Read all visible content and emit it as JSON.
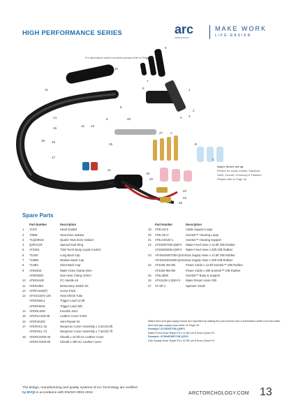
{
  "header": {
    "title": "HIGH PERFORMANCE SERIES",
    "logo_text": "arc",
    "logo_sub": "TORCHOLOGY",
    "tagline_1": "MAKE WORK",
    "tagline_2": "LIFE EASIER"
  },
  "diagram": {
    "note": "For alternative switch modules please refer to Page 22",
    "super_series_title": "Super Series set up",
    "super_series_lines": [
      "Perfect for exotic metals, Stainless",
      "Steel, Inconel, Chromoly & Titanium",
      "Please refer to Page 40"
    ],
    "callouts": [
      "1",
      "2",
      "3",
      "4",
      "5",
      "6",
      "7",
      "8",
      "9",
      "10",
      "11",
      "12",
      "13",
      "14",
      "15",
      "16",
      "17",
      "18",
      "19",
      "20",
      "21",
      "22",
      "23",
      "24",
      "25",
      "26",
      "27",
      "28",
      "A",
      "B",
      "C"
    ]
  },
  "spare_parts": {
    "title": "Spare Parts",
    "headers": {
      "part": "Part Number",
      "desc": "Description"
    },
    "left": [
      {
        "n": "1",
        "part": "T1GS",
        "desc": "Head Gasket"
      },
      {
        "n": "2",
        "part": "T2BW",
        "desc": "Heat Zone Isolator"
      },
      {
        "n": "3",
        "part": "T1QZ3N18",
        "desc": "Quartz Heat Zone Isolator"
      },
      {
        "n": "4",
        "part": "QZR-D1R",
        "desc": "Special Seal Ring"
      },
      {
        "n": "5",
        "part": "AT3S01",
        "desc": "T3W Torch Body Liquid-Cooled"
      },
      {
        "n": "6",
        "part": "T1LBC",
        "desc": "Long Back Cap"
      },
      {
        "n": "7",
        "part": "T1MBC",
        "desc": "Medium Back Cap"
      },
      {
        "n": "8",
        "part": "T1SBC",
        "desc": "Short Back Cap"
      },
      {
        "n": "9",
        "part": "ATBS024",
        "desc": "Water Hose Clamp 9mm"
      },
      {
        "n": "",
        "part": "ATBS0250",
        "desc": "Gas Hose Clamp 10mm"
      },
      {
        "n": "10",
        "part": "ATERH100",
        "desc": "FC Handle Kit"
      },
      {
        "n": "11",
        "part": "ATERUMS",
        "desc": "Momentary Switch Kit"
      },
      {
        "n": "12",
        "part": "ATRFCSW(P)",
        "desc": "Screw Pack"
      },
      {
        "n": "13",
        "part": "ATHS1/2(H)-130",
        "desc": "Heat Shrink Tube"
      },
      {
        "n": "",
        "part": "ATERSWL4",
        "desc": "Trigger Lead 12.5ft"
      },
      {
        "n": "",
        "part": "ATERSWL8",
        "desc": "Trigger Lead 25ft"
      },
      {
        "n": "14",
        "part": "ATERKJ200",
        "desc": "Knuckle Joint"
      },
      {
        "n": "15",
        "part": "ATERLC200-06",
        "desc": "Leather Cover 0.8mt"
      },
      {
        "n": "16",
        "part": "ATERJK200",
        "desc": "Joint Repair Kit"
      },
      {
        "n": "17",
        "part": "ATERHCL-32",
        "desc": "Neoprene Cover Assembly x 3.2m/10.5ft"
      },
      {
        "n": "",
        "part": "ATERHCL-72",
        "desc": "Neoprene Cover Assembly x 7.2m/23.7ft"
      },
      {
        "n": "18",
        "part": "ATERCO200-40",
        "desc": "Sheath x 10.5ft Inc Leather Cover"
      },
      {
        "n": "",
        "part": "ATERCO200-80",
        "desc": "Sheath x 25ft Inc Leather Cover"
      }
    ],
    "right": [
      {
        "n": "19",
        "part": "AT5LH2-6",
        "desc": "Cable Support Large"
      },
      {
        "n": "20",
        "part": "AT5LH2-H",
        "desc": "Suretok™ Housing Large"
      },
      {
        "n": "21",
        "part": "AT5LH2S20-1",
        "desc": "Suretok™ Housing Support"
      },
      {
        "n": "22",
        "part": "AT4SW07OB-QWF4",
        "desc": "Water Feed Hose x 12.5ft O/B Rubber"
      },
      {
        "n": "",
        "part": "AT4SW08OB-QWF4",
        "desc": "Water Feed Hose x 25ft O/B Rubber"
      },
      {
        "n": "23",
        "part": "ATHN4SW07OB-QGS4",
        "desc": "Gas Supply Hose x 12.5ft O/B Rubber"
      },
      {
        "n": "",
        "part": "ATHN4SW10OB-QGS4",
        "desc": "Gas Supply Hose x 25ft O/B Rubber"
      },
      {
        "n": "24",
        "part": "AT3320-4M-OB",
        "desc": "Power Cable x 12.5ft Suretok™ O/B Rubber"
      },
      {
        "n": "",
        "part": "AT3320-8M-OB",
        "desc": "Power Cable x 25ft Suretok™ O/B Rubber"
      },
      {
        "n": "25",
        "part": "AT5L3550",
        "desc": "Suretok™ Body & Support"
      },
      {
        "n": "26",
        "part": "AT43LO8-1-QW-F4",
        "desc": "Water Return Hose O/B"
      },
      {
        "n": "27",
        "part": "AT-SP-1",
        "desc": "Spanner Small"
      }
    ],
    "notes": {
      "text": "Water feed and gas supply hoses are specified by stating the part number and a termination suffix from the water feed and gas supply hose table on Page 20.",
      "example1_label": "Example: AT4SW07OB-QWF1",
      "example1_desc": "Water Feed Hose Rapid Fit x 12.5ft c/w 6.5mm Quick Fit",
      "example2_label": "Example: ATHN4SW07OB-QGS1",
      "example2_desc": "Gas Supply Hose Rapid Fit x 12.5ft c/w 6.5mm Quick Fit"
    }
  },
  "footer": {
    "line1": "The design, manufacturing and quality systems of Arc Torchology are certified",
    "line2_prefix": "by ",
    "line2_bold": "BVQI",
    "line2_suffix": " in accordance with EN/ISO 9001:2015",
    "url": "ARCTORCHOLOGY.COM",
    "page": "13"
  },
  "colors": {
    "accent": "#1f6fb0",
    "brand": "#1d4f86"
  }
}
